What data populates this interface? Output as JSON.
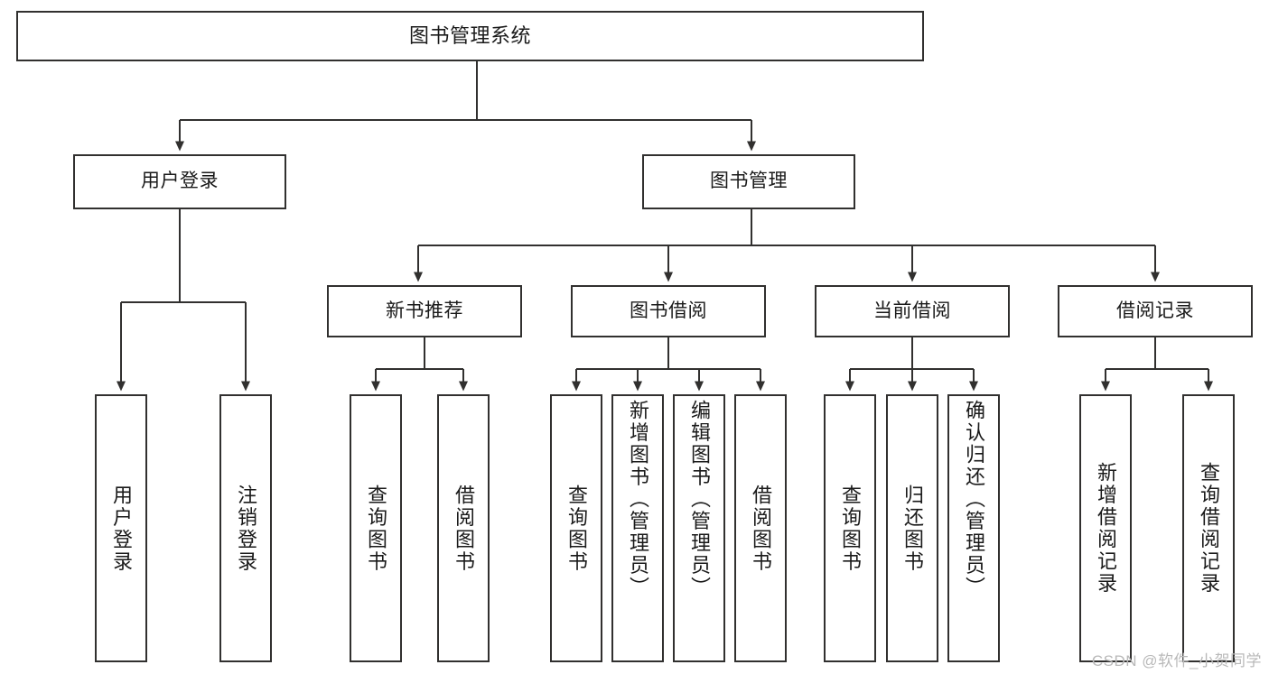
{
  "diagram": {
    "title": "图书管理系统",
    "watermark": "CSDN @软件_小贺同学",
    "stroke_color": "#31302f",
    "text_color": "#1a1a1a",
    "background_color": "#ffffff",
    "watermark_color": "#b9b9b9"
  },
  "nodes": {
    "root": {
      "label": "图书管理系统"
    },
    "level2": [
      {
        "label": "用户登录"
      },
      {
        "label": "图书管理"
      }
    ],
    "level3": [
      {
        "label": "新书推荐"
      },
      {
        "label": "图书借阅"
      },
      {
        "label": "当前借阅"
      },
      {
        "label": "借阅记录"
      }
    ],
    "leaves": {
      "user_login": [
        {
          "label": "用户登录"
        },
        {
          "label": "注销登录"
        }
      ],
      "new_book_recommend": [
        {
          "label": "查询图书"
        },
        {
          "label": "借阅图书"
        }
      ],
      "book_borrow": [
        {
          "label": "查询图书"
        },
        {
          "label": "新增图书（管理员）"
        },
        {
          "label": "编辑图书（管理员）"
        },
        {
          "label": "借阅图书"
        }
      ],
      "current_borrow": [
        {
          "label": "查询图书"
        },
        {
          "label": "归还图书"
        },
        {
          "label": "确认归还（管理员）"
        }
      ],
      "borrow_record": [
        {
          "label": "新增借阅记录"
        },
        {
          "label": "查询借阅记录"
        }
      ]
    }
  },
  "chart_data": {
    "type": "tree",
    "title": "图书管理系统",
    "orientation": "top-down",
    "edges": [
      {
        "from": "图书管理系统",
        "to": "用户登录"
      },
      {
        "from": "图书管理系统",
        "to": "图书管理"
      },
      {
        "from": "用户登录",
        "to": "用户登录(叶)"
      },
      {
        "from": "用户登录",
        "to": "注销登录"
      },
      {
        "from": "图书管理",
        "to": "新书推荐"
      },
      {
        "from": "图书管理",
        "to": "图书借阅"
      },
      {
        "from": "图书管理",
        "to": "当前借阅"
      },
      {
        "from": "图书管理",
        "to": "借阅记录"
      },
      {
        "from": "新书推荐",
        "to": "查询图书"
      },
      {
        "from": "新书推荐",
        "to": "借阅图书"
      },
      {
        "from": "图书借阅",
        "to": "查询图书"
      },
      {
        "from": "图书借阅",
        "to": "新增图书（管理员）"
      },
      {
        "from": "图书借阅",
        "to": "编辑图书（管理员）"
      },
      {
        "from": "图书借阅",
        "to": "借阅图书"
      },
      {
        "from": "当前借阅",
        "to": "查询图书"
      },
      {
        "from": "当前借阅",
        "to": "归还图书"
      },
      {
        "from": "当前借阅",
        "to": "确认归还（管理员）"
      },
      {
        "from": "借阅记录",
        "to": "新增借阅记录"
      },
      {
        "from": "借阅记录",
        "to": "查询借阅记录"
      }
    ]
  }
}
